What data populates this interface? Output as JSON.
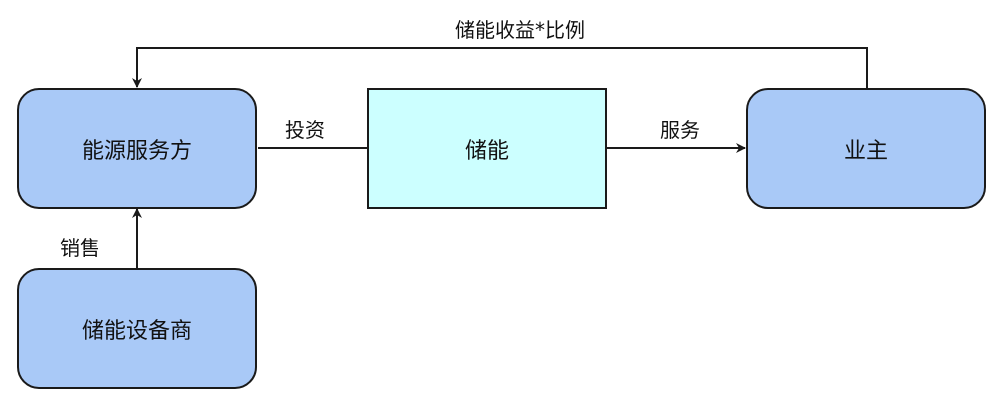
{
  "colors": {
    "rounded_node_fill": "#a9c9f7",
    "center_node_fill": "#ccffff",
    "stroke": "#1a1a1a"
  },
  "nodes": {
    "energy_service_provider": "能源服务方",
    "energy_storage": "储能",
    "owner": "业主",
    "storage_equipment_vendor": "储能设备商"
  },
  "edges": {
    "invest": "投资",
    "service": "服务",
    "sales": "销售",
    "revenue_share": "储能收益*比例"
  }
}
